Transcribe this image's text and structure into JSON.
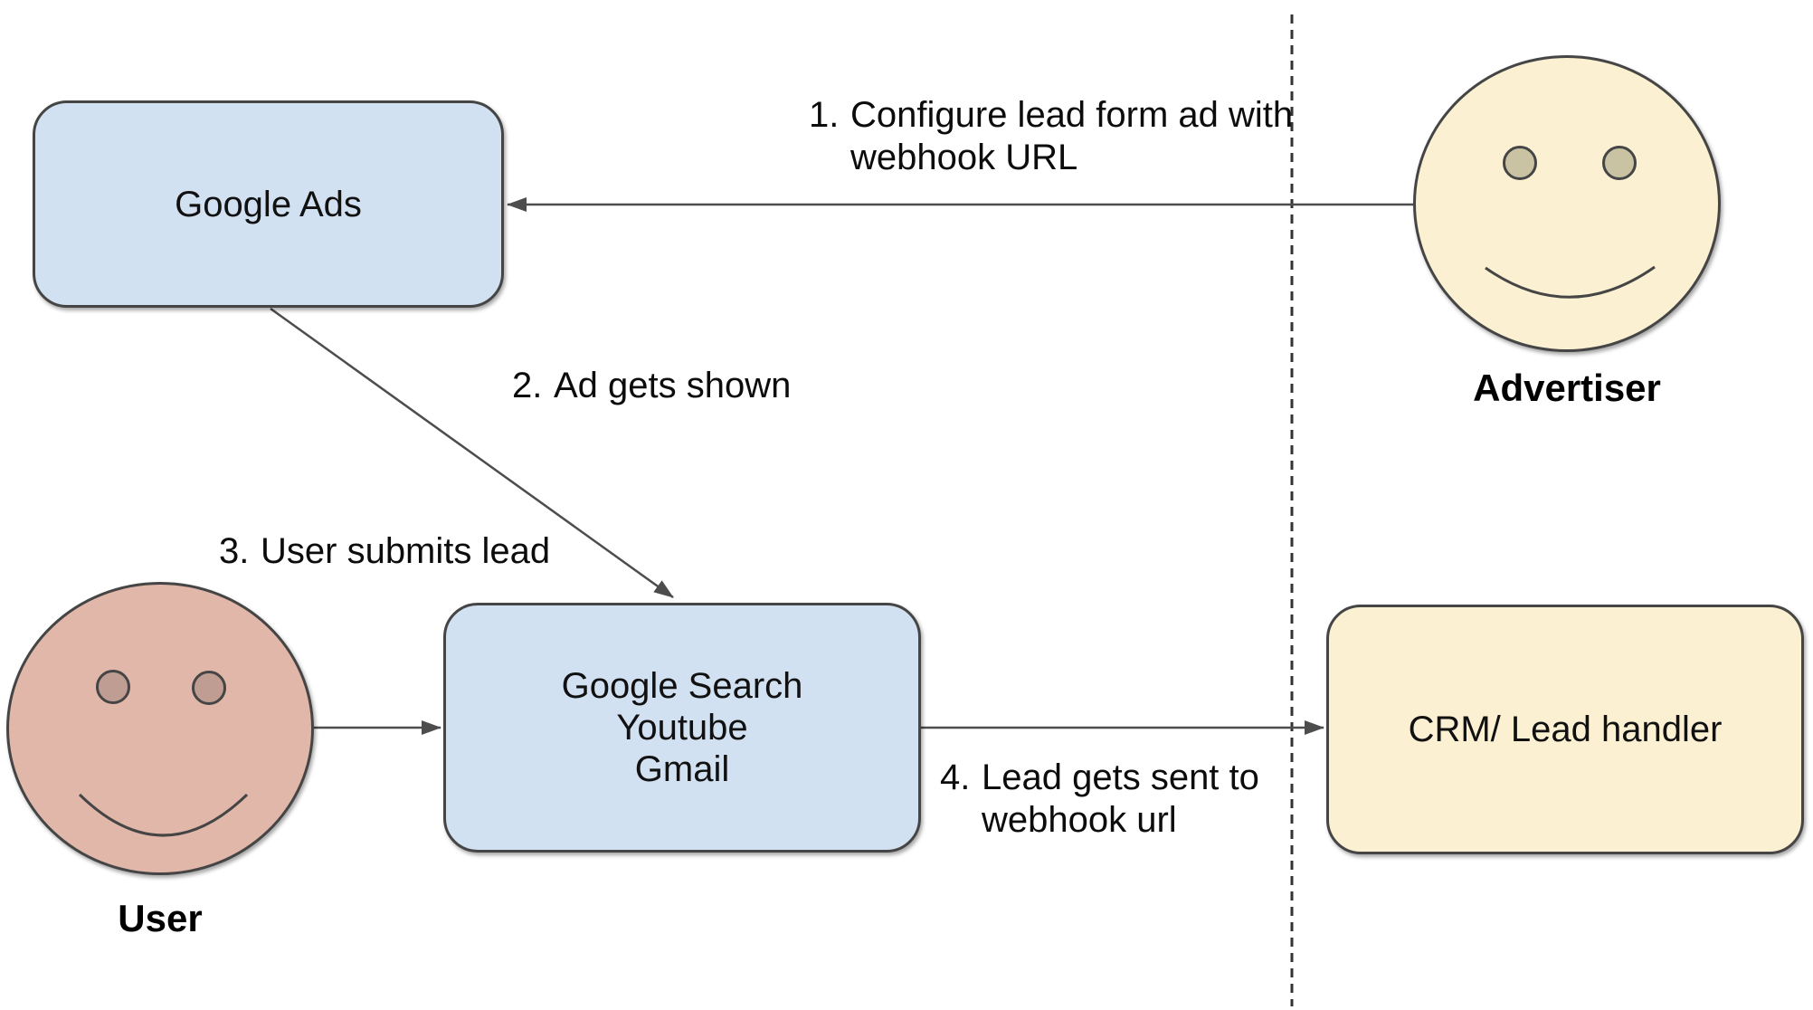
{
  "diagram": {
    "nodes": {
      "google_ads": {
        "label": "Google Ads"
      },
      "google_surfaces": {
        "line1": "Google Search",
        "line2": "Youtube",
        "line3": "Gmail"
      },
      "crm": {
        "label": "CRM/ Lead handler"
      }
    },
    "actors": {
      "advertiser": {
        "label": "Advertiser"
      },
      "user": {
        "label": "User"
      }
    },
    "steps": [
      {
        "num": "1.",
        "line1": "Configure lead form ad with",
        "line2": "webhook URL"
      },
      {
        "num": "2.",
        "line1": "Ad gets shown"
      },
      {
        "num": "3.",
        "line1": "User submits lead"
      },
      {
        "num": "4.",
        "line1": "Lead gets sent to",
        "line2": "webhook url"
      }
    ],
    "colors": {
      "node_blue_fill": "#d2e1f1",
      "node_yellow_fill": "#fbf1d2",
      "user_face_fill": "#e1b7aa",
      "user_eye_fill": "#bf9d92",
      "advertiser_eye_fill": "#c9c3a4",
      "shape_outline": "#454545",
      "arrow_line": "#4d4d4d",
      "divider_line": "#333333",
      "text": "#0c0c0c"
    }
  }
}
